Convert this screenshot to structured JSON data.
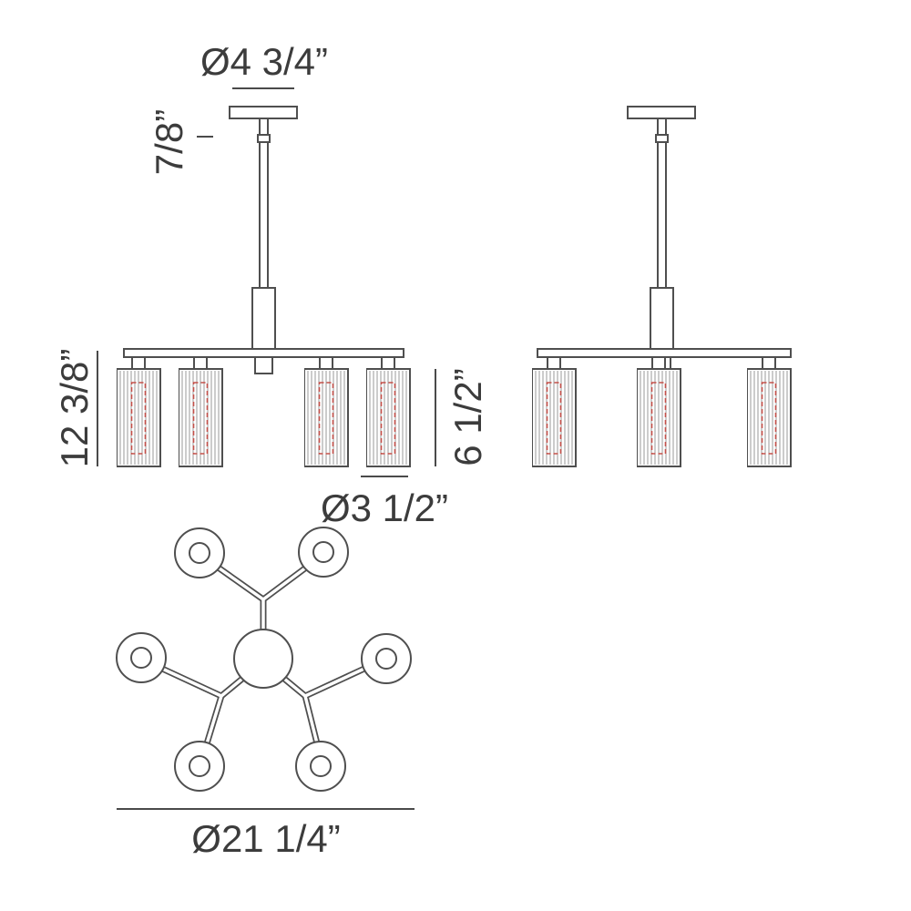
{
  "colors": {
    "line": "#4f4f4f",
    "rib": "#9a9a9a",
    "bulb_dashed_red": "#c4504a",
    "text": "#3c3c3c",
    "background": "#ffffff"
  },
  "dimensions": {
    "canopy_diameter": "Ø4 3/4”",
    "canopy_height": "7/8”",
    "fixture_height": "12 3/8”",
    "shade_height": "6 1/2”",
    "shade_diameter": "Ø3 1/2”",
    "overall_diameter": "Ø21 1/4”"
  }
}
